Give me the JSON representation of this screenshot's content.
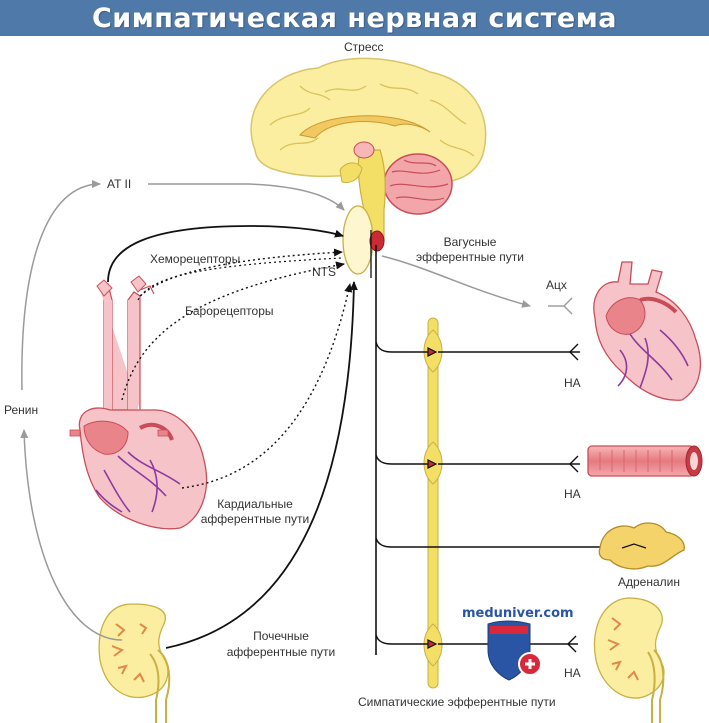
{
  "title": "Симпатическая нервная система",
  "labels": {
    "stress": "Стресс",
    "at2": "AT II",
    "chemoreceptors": "Хеморецепторы",
    "nts": "NTS",
    "baroreceptors": "Барорецепторы",
    "vagal_1": "Вагусные",
    "vagal_2": "эфферентные пути",
    "ach": "Ацх",
    "renin": "Ренин",
    "na_heart": "НА",
    "na_vessel": "НА",
    "na_kidney": "НА",
    "cardiac_1": "Кардиальные",
    "cardiac_2": "афферентные пути",
    "adrenaline": "Адреналин",
    "renal_1": "Почечные",
    "renal_2": "афферентные пути",
    "sympathetic": "Симпатические эфферентные пути"
  },
  "watermark": "meduniver.com",
  "colors": {
    "header": "#4f79a8",
    "brain": "#fbeea0",
    "ganglion": "#f3df66",
    "vessel": "#e8848a",
    "artery_dark": "#c83a44",
    "vein": "#8a3aa0",
    "arrow_dark": "#111111",
    "arrow_grey": "#9a9a9a"
  }
}
